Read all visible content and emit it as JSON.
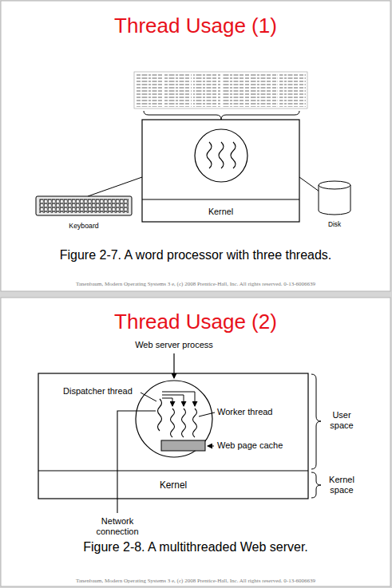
{
  "diagram": {
    "title": "Thread Usage (1)",
    "caption": "Figure 2-7. A word processor with three threads.",
    "nodes": [
      {
        "text": [
          "Kernel"
        ]
      },
      {
        "text": [
          "Keyboard"
        ]
      },
      {
        "text": [
          "Disk"
        ]
      },
      {
        "text": [
          "Kernel"
        ]
      }
    ],
    "labels": [
      "Thread Usage (2)",
      "Web server process",
      "Dispatcher thread",
      "Worker thread",
      "Web page cache",
      "User space",
      "Kernel space",
      "Network connection",
      "Figure 2-8. A multithreaded Web server.",
      "Tanenbaum, Modern Operating Systems 3 e, (c) 2008 Prentice-Hall, Inc. All rights reserved. 0-13-6006639",
      "Tanenbaum, Modern Operating Systems 3 e, (c) 2008 Prentice-Hall, Inc. All rights reserved. 0-13-6006639"
    ]
  }
}
